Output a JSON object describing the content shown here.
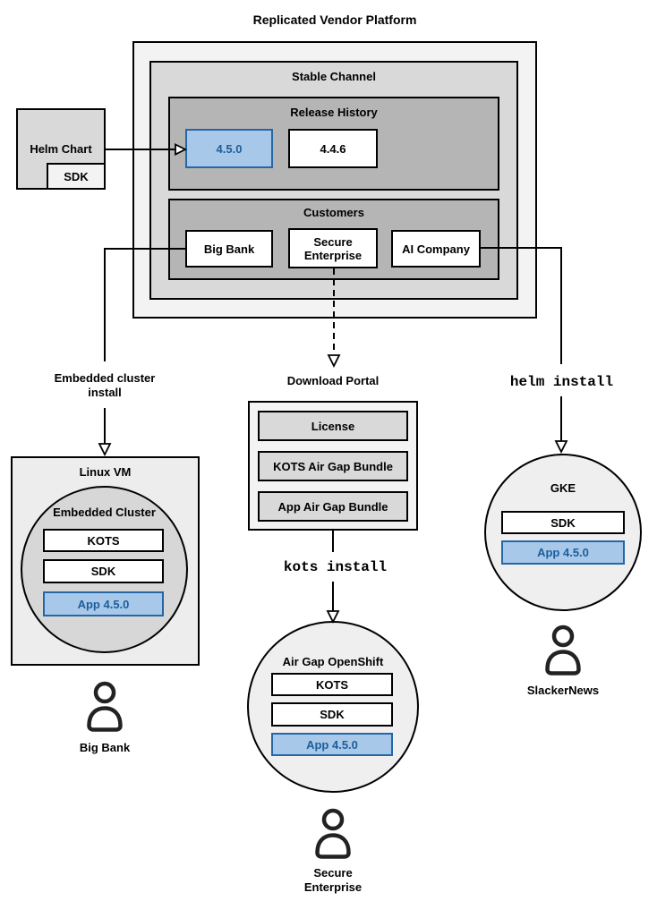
{
  "title": "Replicated Vendor Platform",
  "colors": {
    "platform_fill": "#f3f3f3",
    "channel_fill": "#d9d9d9",
    "group_fill": "#b5b5b5",
    "node_fill": "#ededed",
    "cluster_fill": "#d7d7d7",
    "circle_fill": "#efefef",
    "highlight_fill": "#a7c8e8",
    "highlight_border": "#2567a5",
    "highlight_text": "#1d5d9b"
  },
  "stable_channel": {
    "label": "Stable Channel"
  },
  "release_history": {
    "label": "Release History",
    "current": "4.5.0",
    "previous": "4.4.6"
  },
  "customers": {
    "label": "Customers",
    "big_bank": "Big Bank",
    "secure_enterprise": "Secure Enterprise",
    "ai_company": "AI Company"
  },
  "helm_chart": {
    "label": "Helm Chart",
    "sdk": "SDK"
  },
  "left_flow": {
    "install_method": "Embedded cluster install",
    "host": "Linux VM",
    "cluster": "Embedded Cluster",
    "components": [
      "KOTS",
      "SDK",
      "App 4.5.0"
    ],
    "user": "Big Bank"
  },
  "middle_flow": {
    "portal": "Download Portal",
    "portal_items": [
      "License",
      "KOTS Air Gap Bundle",
      "App Air Gap Bundle"
    ],
    "install_method": "kots install",
    "cluster": "Air Gap OpenShift",
    "components": [
      "KOTS",
      "SDK",
      "App 4.5.0"
    ],
    "user": "Secure Enterprise"
  },
  "right_flow": {
    "install_method": "helm install",
    "cluster": "GKE",
    "components": [
      "SDK",
      "App 4.5.0"
    ],
    "user": "SlackerNews"
  }
}
